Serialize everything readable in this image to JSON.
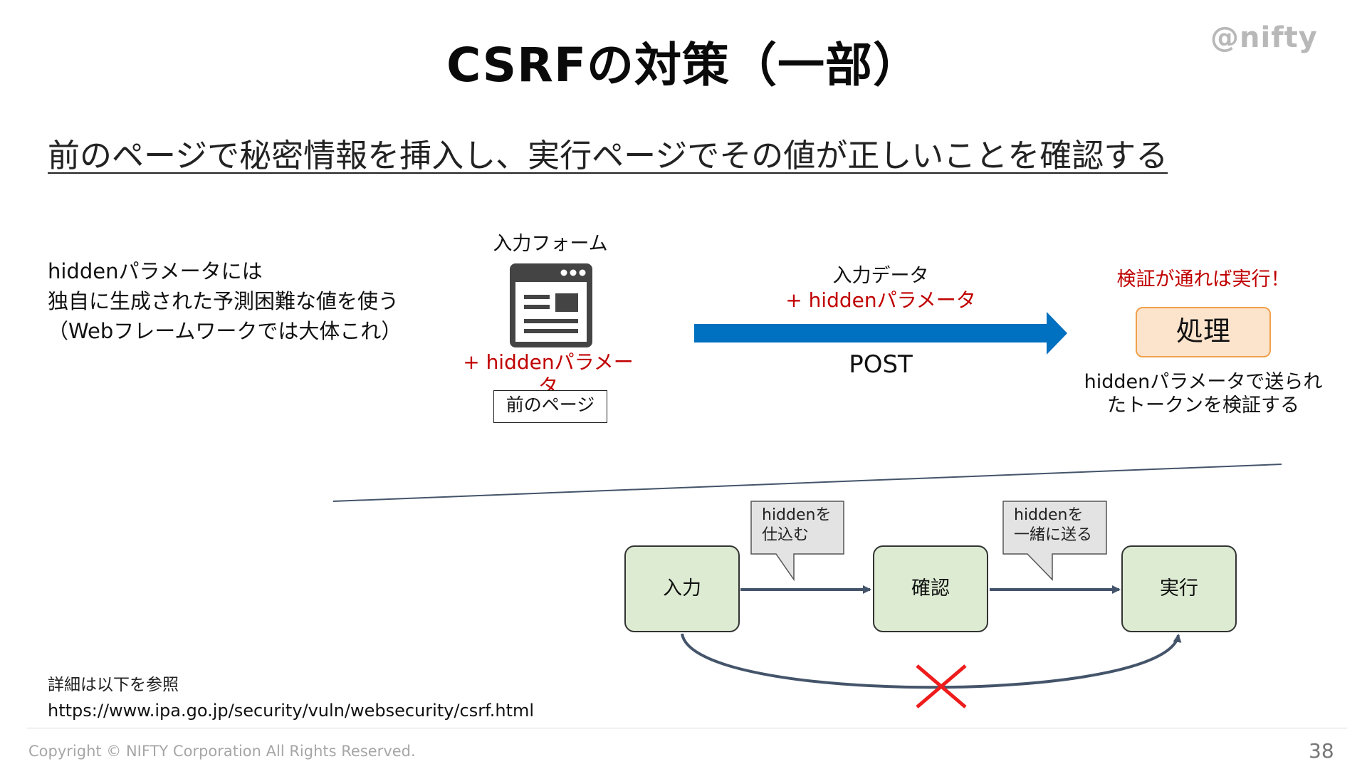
{
  "slide": {
    "title": "CSRFの対策（一部）",
    "logo_text": "@nifty",
    "subtitle": "前のページで秘密情報を挿入し、実行ページでその値が正しいことを確認する",
    "page_number": "38",
    "copyright": "Copyright © NIFTY Corporation All Rights Reserved."
  },
  "note": {
    "lines": [
      "hiddenパラメータには",
      "独自に生成された予測困難な値を使う",
      "（Webフレームワークでは大体これ）"
    ]
  },
  "form": {
    "label": "入力フォーム",
    "hidden_label": "+ hiddenパラメータ",
    "page_label": "前のページ",
    "icon": "browser-form-icon"
  },
  "arrow": {
    "label_top": "入力データ",
    "label_hidden": "+ hiddenパラメータ",
    "label_bottom": "POST",
    "color": "#0070c0"
  },
  "process": {
    "heading": "検証が通れば実行！",
    "box_label": "処理",
    "description_lines": [
      "hiddenパラメータで送られ",
      "たトークンを検証する"
    ]
  },
  "flow": {
    "steps": [
      "入力",
      "確認",
      "実行"
    ],
    "callouts": [
      [
        "hiddenを",
        "仕込む"
      ],
      [
        "hiddenを",
        "一緒に送る"
      ]
    ],
    "blocked_icon": "cross-mark-icon"
  },
  "reference": {
    "label": "詳細は以下を参照",
    "url": "https://www.ipa.go.jp/security/vuln/websecurity/csrf.html"
  },
  "colors": {
    "title": "#0a0a0a",
    "accent_red": "#c00000",
    "arrow_blue": "#0070c0",
    "process_fill": "#fbe3cc",
    "process_border": "#f0a04b",
    "flow_fill": "#dcebd2"
  }
}
